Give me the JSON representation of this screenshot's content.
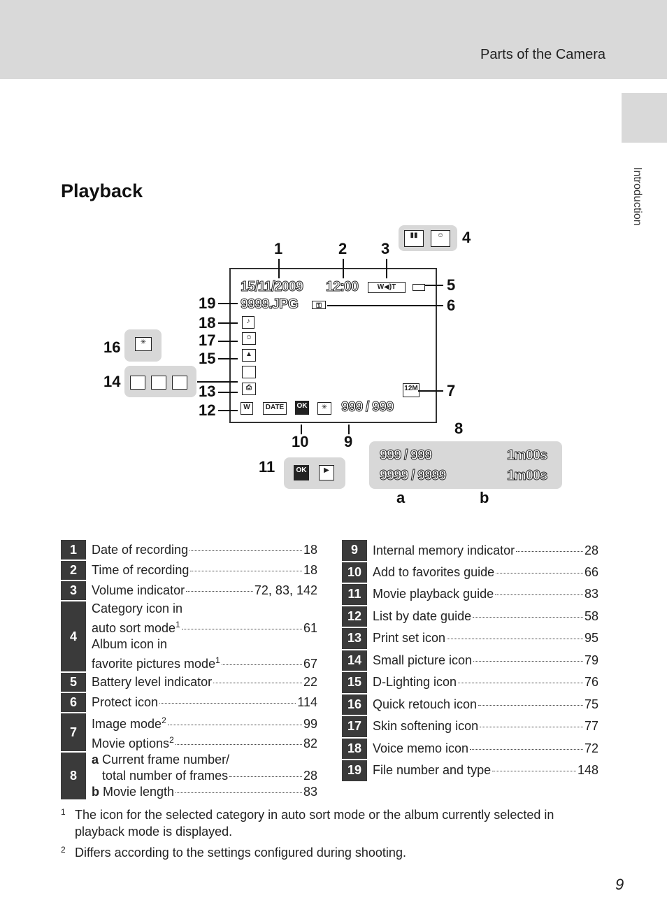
{
  "header": {
    "title": "Parts of the Camera"
  },
  "side_tab": {
    "label": "Introduction"
  },
  "section": {
    "title": "Playback"
  },
  "diagram": {
    "callouts": [
      "1",
      "2",
      "3",
      "4",
      "5",
      "6",
      "7",
      "8",
      "9",
      "10",
      "11",
      "12",
      "13",
      "14",
      "15",
      "16",
      "17",
      "18",
      "19",
      "a",
      "b"
    ],
    "screen": {
      "date": "15/11/2009",
      "time": "12:00",
      "file": "9999.JPG",
      "frame_counter": "999 /   999",
      "date_guide": "DATE",
      "image_mode": "12M"
    },
    "panel8": {
      "row1_a": "999 /   999",
      "row1_b": "1m00s",
      "row2_a": "9999 / 9999",
      "row2_b": "1m00s"
    }
  },
  "table_left": [
    {
      "num": "1",
      "lines": [
        {
          "label": "Date of recording",
          "page": "18"
        }
      ]
    },
    {
      "num": "2",
      "lines": [
        {
          "label": "Time of recording",
          "page": "18"
        }
      ]
    },
    {
      "num": "3",
      "lines": [
        {
          "label": "Volume indicator",
          "page": "72, 83, 142"
        }
      ]
    },
    {
      "num": "4",
      "lines": [
        {
          "label": "Category icon in",
          "page": ""
        },
        {
          "label": "auto sort mode",
          "sup": "1",
          "page": "61"
        },
        {
          "label": "Album icon in",
          "page": ""
        },
        {
          "label": "favorite pictures mode",
          "sup": "1",
          "page": "67"
        }
      ]
    },
    {
      "num": "5",
      "lines": [
        {
          "label": "Battery level indicator",
          "page": "22"
        }
      ]
    },
    {
      "num": "6",
      "lines": [
        {
          "label": "Protect icon",
          "page": "114"
        }
      ]
    },
    {
      "num": "7",
      "lines": [
        {
          "label": "Image mode",
          "sup": "2",
          "page": "99"
        },
        {
          "label": "Movie options",
          "sup": "2",
          "page": "82"
        }
      ]
    },
    {
      "num": "8",
      "lines": [
        {
          "bold": "a",
          "label": " Current frame number/",
          "page": ""
        },
        {
          "label": "   total number of frames",
          "page": "28"
        },
        {
          "bold": "b",
          "label": " Movie length",
          "page": "83"
        }
      ]
    }
  ],
  "table_right": [
    {
      "num": "9",
      "label": "Internal memory indicator",
      "page": "28"
    },
    {
      "num": "10",
      "label": "Add to favorites guide",
      "page": "66"
    },
    {
      "num": "11",
      "label": "Movie playback guide",
      "page": "83"
    },
    {
      "num": "12",
      "label": "List by date guide",
      "page": "58"
    },
    {
      "num": "13",
      "label": "Print set icon",
      "page": "95"
    },
    {
      "num": "14",
      "label": "Small picture icon",
      "page": "79"
    },
    {
      "num": "15",
      "label": "D-Lighting icon",
      "page": "76"
    },
    {
      "num": "16",
      "label": "Quick retouch icon",
      "page": "75"
    },
    {
      "num": "17",
      "label": "Skin softening icon",
      "page": "77"
    },
    {
      "num": "18",
      "label": "Voice memo icon",
      "page": "72"
    },
    {
      "num": "19",
      "label": "File number and type",
      "page": "148"
    }
  ],
  "footnotes": [
    {
      "mark": "1",
      "text": "The icon for the selected category in auto sort mode or the album currently selected in playback mode is displayed."
    },
    {
      "mark": "2",
      "text": "Differs according to the settings configured during shooting."
    }
  ],
  "page_number": "9"
}
